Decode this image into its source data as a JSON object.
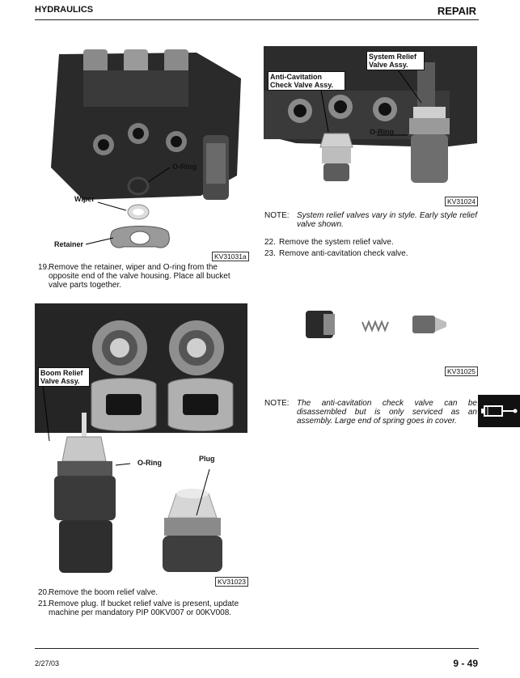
{
  "header": {
    "section": "HYDRAULICS",
    "chapter": "REPAIR"
  },
  "figures": {
    "f1": {
      "id": "KV31031a",
      "labels": {
        "oring": "O-Ring",
        "wiper": "Wiper",
        "retainer": "Retainer"
      }
    },
    "f2": {
      "id": "KV31024",
      "labels": {
        "system": "System Relief Valve Assy.",
        "anti": "Anti-Cavitation Check Valve Assy.",
        "oring": "O-Ring"
      }
    },
    "f3": {
      "id": "KV31025"
    },
    "f4": {
      "id": "KV31023",
      "labels": {
        "boom": "Boom Relief Valve Assy.",
        "oring": "O-Ring",
        "plug": "Plug"
      }
    }
  },
  "steps": {
    "s19": {
      "num": "19.",
      "text": "Remove the retainer, wiper and O-ring from the opposite end of the valve housing. Place all bucket valve parts together."
    },
    "s20": {
      "num": "20.",
      "text": "Remove the boom relief valve."
    },
    "s21": {
      "num": "21.",
      "text": "Remove plug. If bucket relief valve is present, update machine per mandatory PIP 00KV007 or 00KV008."
    },
    "s22": {
      "num": "22.",
      "text": "Remove the system relief valve."
    },
    "s23": {
      "num": "23.",
      "text": "Remove anti-cavitation check valve."
    }
  },
  "notes": {
    "n1": {
      "label": "NOTE:",
      "text": "System relief valves vary in style. Early style relief valve shown."
    },
    "n2": {
      "label": "NOTE:",
      "text": "The anti-cavitation check valve can be disassembled but is only serviced as an assembly. Large end of spring goes in cover."
    }
  },
  "footer": {
    "date": "2/27/03",
    "page": "9 - 49"
  },
  "tab_icon": "hydraulic-cylinder-icon"
}
